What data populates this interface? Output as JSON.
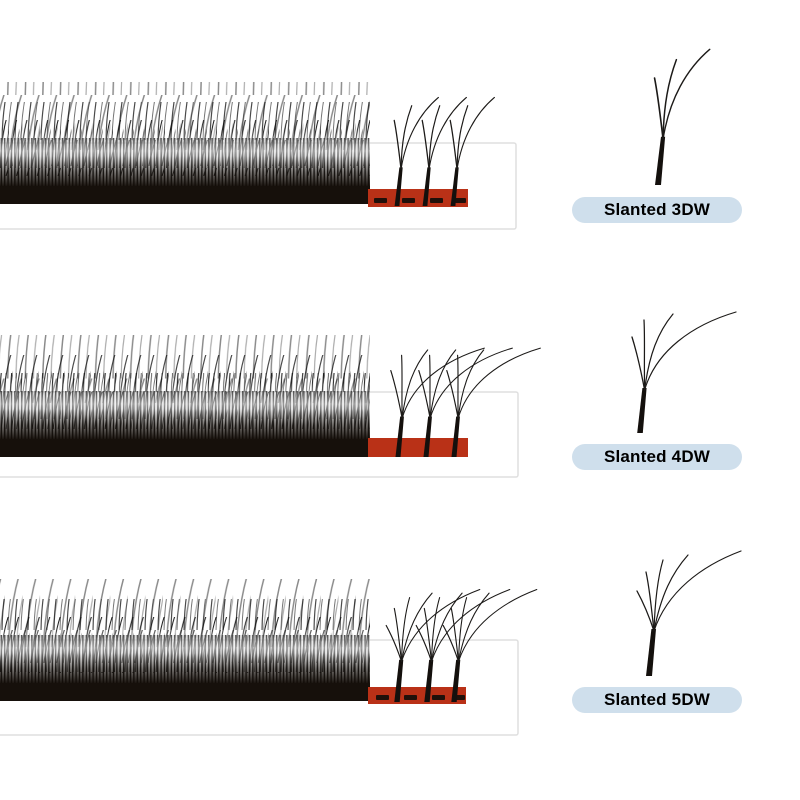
{
  "variants": [
    {
      "label": "Slanted 3DW",
      "branches_per_fan": 3,
      "fans_on_tape": 3
    },
    {
      "label": "Slanted 4DW",
      "branches_per_fan": 4,
      "fans_on_tape": 3
    },
    {
      "label": "Slanted 5DW",
      "branches_per_fan": 5,
      "fans_on_tape": 3
    }
  ],
  "colors": {
    "tape_red": "#b93117",
    "lash_black": "#16100b",
    "pill_bg": "#cfdfec",
    "card_border": "#dfdfdf",
    "background": "#ffffff"
  }
}
